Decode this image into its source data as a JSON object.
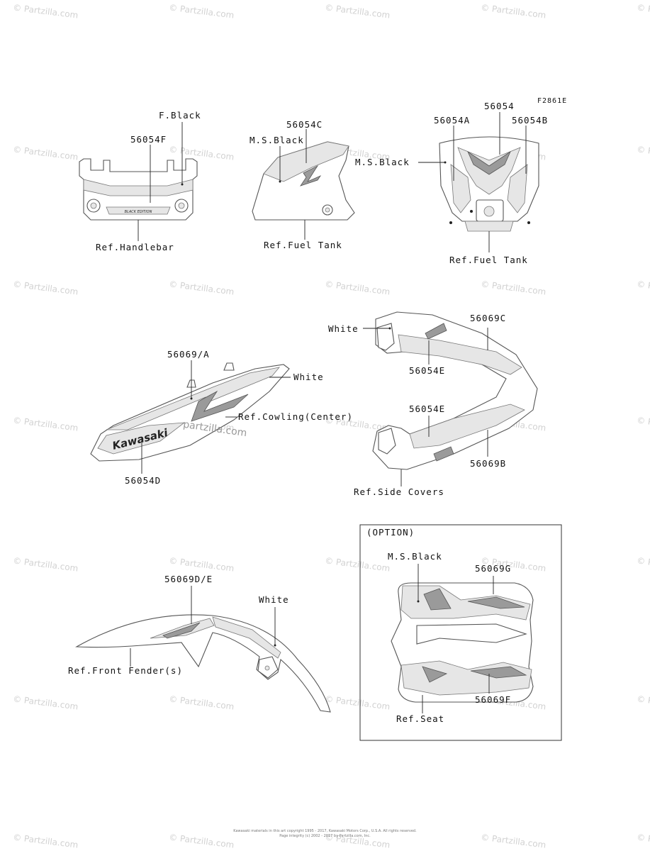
{
  "figure_code": "F2861E",
  "labels": {
    "f_black": "F.Black",
    "p_56054F": "56054F",
    "ref_handlebar": "Ref.Handlebar",
    "p_56054C": "56054C",
    "ms_black_tank": "M.S.Black",
    "ref_fuel_tank_1": "Ref.Fuel Tank",
    "p_56054": "56054",
    "p_56054A": "56054A",
    "p_56054B": "56054B",
    "ms_black_front": "M.S.Black",
    "ref_fuel_tank_2": "Ref.Fuel Tank",
    "white_tail": "White",
    "p_56069C": "56069C",
    "p_56054E_1": "56054E",
    "p_56054E_2": "56054E",
    "p_56069B": "56069B",
    "ref_side_covers": "Ref.Side Covers",
    "p_56069A": "56069/A",
    "white_cowl": "White",
    "ref_cowling": "Ref.Cowling(Center)",
    "p_56054D": "56054D",
    "p_56069DE": "56069D/E",
    "white_fender": "White",
    "ref_front_fender": "Ref.Front Fender(s)",
    "option": "(OPTION)",
    "ms_black_seat": "M.S.Black",
    "p_56069G": "56069G",
    "ref_seat": "Ref.Seat",
    "p_56069F": "56069F"
  },
  "decal_texts": {
    "kawasaki": "Kawasaki",
    "black_edition": "BLACK EDITION"
  },
  "watermark": {
    "text": "© Partzilla.com",
    "center_text": "partzilla.com"
  },
  "footer": {
    "line1": "Kawasaki materials in this art copyright 1995 - 2017, Kawasaki Motors Corp., U.S.A. All rights reserved.",
    "line2": "Page integrity (c) 2002 - 2017 by Partzilla.com, Inc."
  }
}
